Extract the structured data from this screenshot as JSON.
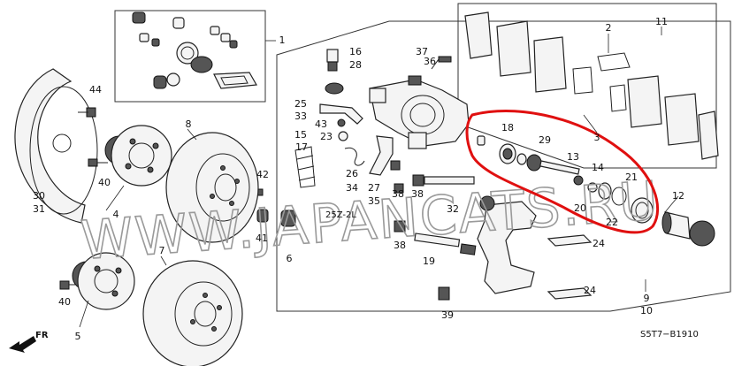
{
  "diagram": {
    "code": "S5T7−B1910",
    "direction_label": "FR",
    "watermark": "WWW.JAPANCATS.RU",
    "small_mark": "25Z-2L",
    "highlight_color": "#e01010"
  },
  "callouts": [
    {
      "id": "c1",
      "text": "1"
    },
    {
      "id": "c2",
      "text": "2"
    },
    {
      "id": "c3",
      "text": "3"
    },
    {
      "id": "c4",
      "text": "4"
    },
    {
      "id": "c5",
      "text": "5"
    },
    {
      "id": "c6",
      "text": "6"
    },
    {
      "id": "c7",
      "text": "7"
    },
    {
      "id": "c8",
      "text": "8"
    },
    {
      "id": "c9",
      "text": "9"
    },
    {
      "id": "c10",
      "text": "10"
    },
    {
      "id": "c11",
      "text": "11"
    },
    {
      "id": "c12",
      "text": "12"
    },
    {
      "id": "c13",
      "text": "13"
    },
    {
      "id": "c14",
      "text": "14"
    },
    {
      "id": "c15",
      "text": "15"
    },
    {
      "id": "c16",
      "text": "16"
    },
    {
      "id": "c17",
      "text": "17"
    },
    {
      "id": "c18",
      "text": "18"
    },
    {
      "id": "c19",
      "text": "19"
    },
    {
      "id": "c20",
      "text": "20"
    },
    {
      "id": "c21",
      "text": "21"
    },
    {
      "id": "c22",
      "text": "22"
    },
    {
      "id": "c23",
      "text": "23"
    },
    {
      "id": "c24a",
      "text": "24"
    },
    {
      "id": "c24b",
      "text": "24"
    },
    {
      "id": "c25",
      "text": "25"
    },
    {
      "id": "c26",
      "text": "26"
    },
    {
      "id": "c27",
      "text": "27"
    },
    {
      "id": "c28",
      "text": "28"
    },
    {
      "id": "c29",
      "text": "29"
    },
    {
      "id": "c30",
      "text": "30"
    },
    {
      "id": "c31",
      "text": "31"
    },
    {
      "id": "c32",
      "text": "32"
    },
    {
      "id": "c33",
      "text": "33"
    },
    {
      "id": "c34",
      "text": "34"
    },
    {
      "id": "c35",
      "text": "35"
    },
    {
      "id": "c36",
      "text": "36"
    },
    {
      "id": "c37",
      "text": "37"
    },
    {
      "id": "c38a",
      "text": "38"
    },
    {
      "id": "c38b",
      "text": "38"
    },
    {
      "id": "c38c",
      "text": "38"
    },
    {
      "id": "c39",
      "text": "39"
    },
    {
      "id": "c40a",
      "text": "40"
    },
    {
      "id": "c40b",
      "text": "40"
    },
    {
      "id": "c41",
      "text": "41"
    },
    {
      "id": "c42",
      "text": "42"
    },
    {
      "id": "c43",
      "text": "43"
    },
    {
      "id": "c44",
      "text": "44"
    }
  ]
}
